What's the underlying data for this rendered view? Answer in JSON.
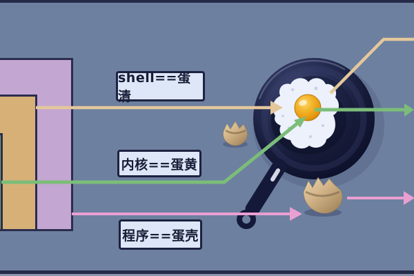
{
  "diagram": {
    "labels": {
      "shell": "shell==蛋清",
      "kernel": "内核==蛋黄",
      "program": "程序==蛋壳"
    },
    "colors": {
      "background": "#6d80a0",
      "border_band": "#242a47",
      "bottom_strip": "#8b95ae",
      "outer_rect": "#c3a6d1",
      "middle_rect": "#d7b078",
      "inner_rect": "#79a968",
      "label_box_bg": "#dde7f7",
      "label_box_border": "#1d2240",
      "arrow_shell": "#e4c79b",
      "arrow_kernel": "#7cbd79",
      "arrow_program": "#ea9fd2",
      "pan_dark": "#14193a",
      "egg_white": "#ecf1fb",
      "egg_yolk": "#efa81c",
      "eggshell": "#d8bd93"
    },
    "icons": [
      "frying-pan-icon",
      "fried-egg-icon",
      "eggshell-icon"
    ]
  }
}
